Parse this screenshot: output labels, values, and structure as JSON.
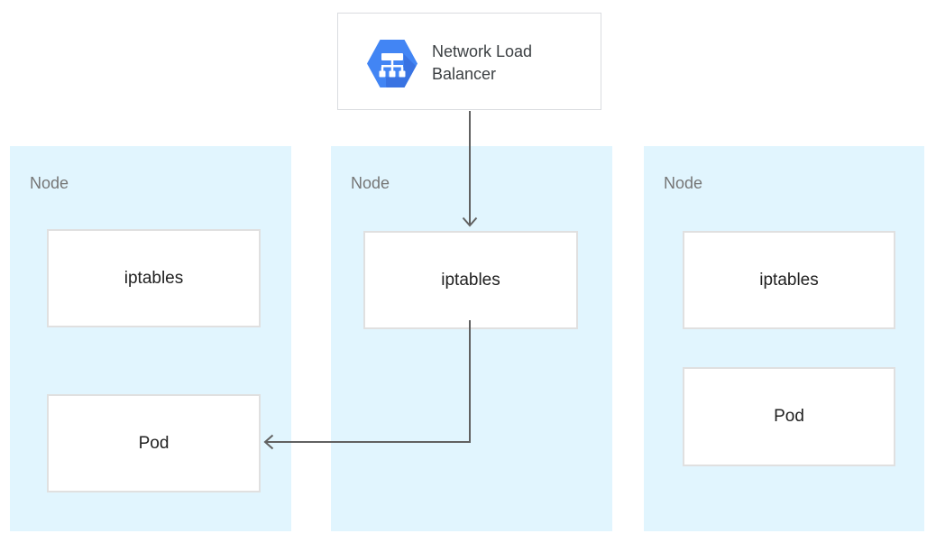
{
  "diagram": {
    "type": "architecture-diagram",
    "load_balancer": {
      "label": "Network Load Balancer",
      "icon": "network-load-balancer-hexagon-icon"
    },
    "nodes": [
      {
        "label": "Node",
        "boxes": [
          "iptables",
          "Pod"
        ]
      },
      {
        "label": "Node",
        "boxes": [
          "iptables"
        ]
      },
      {
        "label": "Node",
        "boxes": [
          "iptables",
          "Pod"
        ]
      }
    ],
    "arrows": [
      {
        "name": "load-balancer-to-middle-iptables",
        "from": "Network Load Balancer",
        "to": "iptables (middle node)"
      },
      {
        "name": "middle-iptables-to-left-pod",
        "from": "iptables (middle node)",
        "to": "Pod (left node)"
      }
    ],
    "colors": {
      "canvas_background": "#ffffff",
      "node_background": "#e1f5fe",
      "box_background": "#ffffff",
      "box_border": "#e0e0e0",
      "load_balancer_border": "#dadce0",
      "hexagon_blue": "#4285f4",
      "hexagon_shadow_blue": "#3367d6",
      "glyph_white": "#ffffff",
      "arrow_gray": "#616161",
      "node_label_gray": "#757575",
      "box_text": "#212121",
      "load_balancer_text": "#3c4043"
    }
  }
}
